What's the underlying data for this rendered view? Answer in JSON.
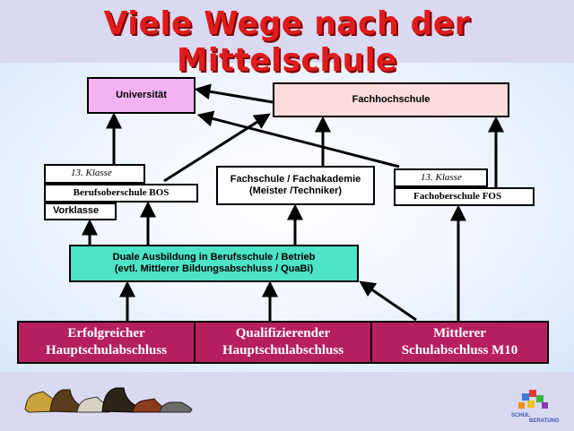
{
  "title": "Viele Wege nach der Mittelschule",
  "top": {
    "universitaet": "Universität",
    "fachhochschule": "Fachhochschule"
  },
  "bos": {
    "klasse13": "13. Klasse",
    "name": "Berufsoberschule BOS",
    "vorklasse": "Vorklasse"
  },
  "fachschule": {
    "line1": "Fachschule / Fachakademie",
    "line2": "(Meister /Techniker)"
  },
  "fos": {
    "klasse13": "13. Klasse",
    "name": "Fachoberschule FOS"
  },
  "duale": {
    "line1": "Duale Ausbildung in Berufsschule / Betrieb",
    "line2": "(evtl. Mittlerer Bildungsabschluss / QuaBi)"
  },
  "abschluesse": [
    {
      "line1": "Erfolgreicher",
      "line2": "Hauptschulabschluss"
    },
    {
      "line1": "Qualifizierender",
      "line2": "Hauptschulabschluss"
    },
    {
      "line1": "Mittlerer",
      "line2": "Schulabschluss M10"
    }
  ],
  "logo": {
    "word1": "SCHUL",
    "word2": "BERATUNG"
  },
  "colors": {
    "title": "#e01b1b",
    "universitaet": "#f3b3f3",
    "fachhochschule": "#fcdcdc",
    "duale": "#4de3c8",
    "abschluss": "#b51f5e",
    "band": "#d9d9f2"
  }
}
